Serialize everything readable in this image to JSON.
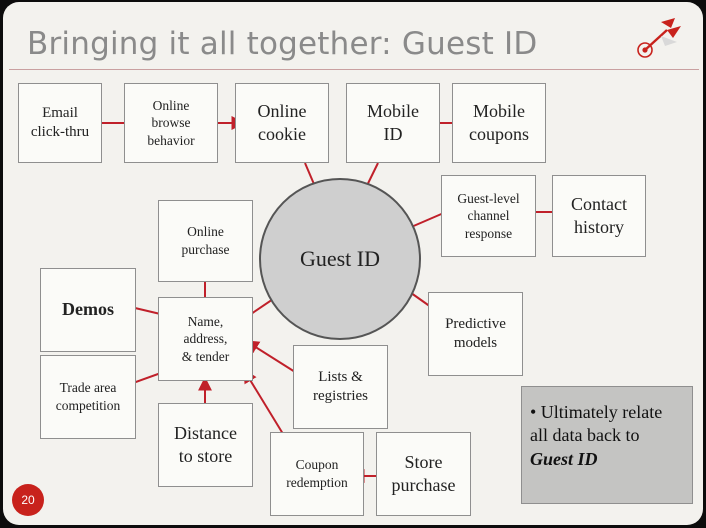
{
  "title": "Bringing it all together: Guest ID",
  "center": "Guest ID",
  "boxes": {
    "email": "Email\nclick-thru",
    "online_browse": "Online\nbrowse\nbehavior",
    "online_cookie": "Online\ncookie",
    "mobile_id": "Mobile\nID",
    "mobile_coupons": "Mobile\ncoupons",
    "guest_level": "Guest-level\nchannel\nresponse",
    "contact_history": "Contact\nhistory",
    "online_purchase": "Online\npurchase",
    "demos": "Demos",
    "name_address": "Name,\naddress,\n& tender",
    "predictive": "Predictive\nmodels",
    "trade_area": "Trade area\ncompetition",
    "lists": "Lists &\nregistries",
    "distance": "Distance\nto store",
    "coupon_redemption": "Coupon\nredemption",
    "store_purchase": "Store\npurchase"
  },
  "summary": {
    "line1": "• Ultimately relate all data back to",
    "line2": "Guest ID"
  },
  "page_number": "20",
  "colors": {
    "arrow": "#c0202a",
    "accent": "#c8221c",
    "title": "#8a8a8a",
    "circle_fill": "#cfcfcf"
  }
}
